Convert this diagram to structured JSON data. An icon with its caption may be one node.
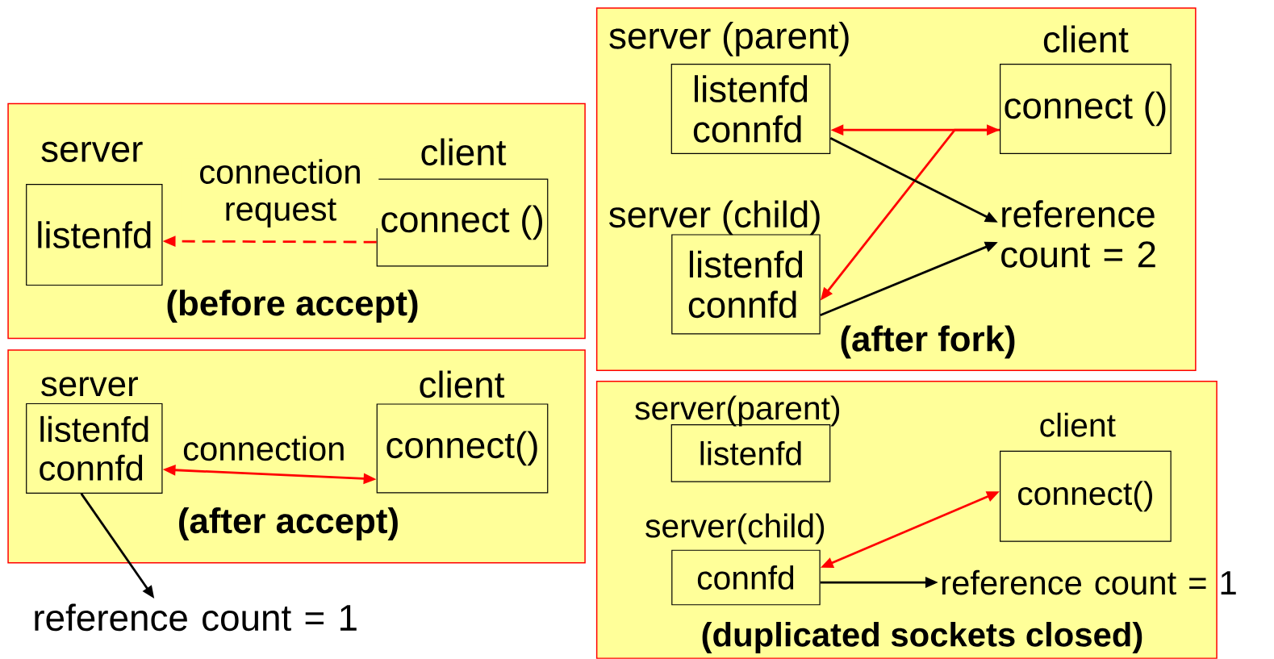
{
  "diagram": {
    "nodes": [
      {
        "text": [
          "(before accept)"
        ]
      },
      {
        "text": [
          "server",
          "listenfd"
        ],
        "in": 0
      },
      {
        "text": [
          "client",
          "connect ()"
        ],
        "in": 0
      },
      {
        "text": [
          "(after accept)"
        ]
      },
      {
        "text": [
          "server",
          "listenfd",
          "connfd"
        ],
        "in": 3
      },
      {
        "text": [
          "client",
          "connect()"
        ],
        "in": 3
      },
      {
        "text": [
          "reference count = 1"
        ]
      },
      {
        "text": [
          "(after fork)"
        ]
      },
      {
        "text": [
          "server (parent)",
          "listenfd",
          "connfd"
        ],
        "in": 7
      },
      {
        "text": [
          "client",
          "connect ()"
        ],
        "in": 7
      },
      {
        "text": [
          "server (child)",
          "listenfd",
          "connfd"
        ],
        "in": 7
      },
      {
        "text": [
          "reference count = 2"
        ],
        "in": 7
      },
      {
        "text": [
          "(duplicated sockets closed)"
        ]
      },
      {
        "text": [
          "server(parent)",
          "listenfd"
        ],
        "in": 12
      },
      {
        "text": [
          "client",
          "connect()"
        ],
        "in": 12
      },
      {
        "text": [
          "server(child)",
          "connfd"
        ],
        "in": 12
      },
      {
        "text": [
          "reference count = 1"
        ]
      }
    ],
    "edges": [
      {
        "from": 2,
        "to": 1,
        "arrow": "to",
        "style": "dashed",
        "label": "connection request"
      },
      {
        "from": 4,
        "to": 5,
        "arrow": "both",
        "label": "connection"
      },
      {
        "from": 4,
        "to": 6,
        "arrow": "to",
        "color": "#000000"
      },
      {
        "from": 8,
        "to": 9,
        "arrow": "both"
      },
      {
        "from": 9,
        "to": 10,
        "arrow": "to"
      },
      {
        "from": 8,
        "to": 11,
        "arrow": "to",
        "color": "#000000"
      },
      {
        "from": 10,
        "to": 11,
        "arrow": "to",
        "color": "#000000"
      },
      {
        "from": 15,
        "to": 14,
        "arrow": "both"
      },
      {
        "from": 15,
        "to": 16,
        "arrow": "to",
        "color": "#000000"
      }
    ]
  }
}
